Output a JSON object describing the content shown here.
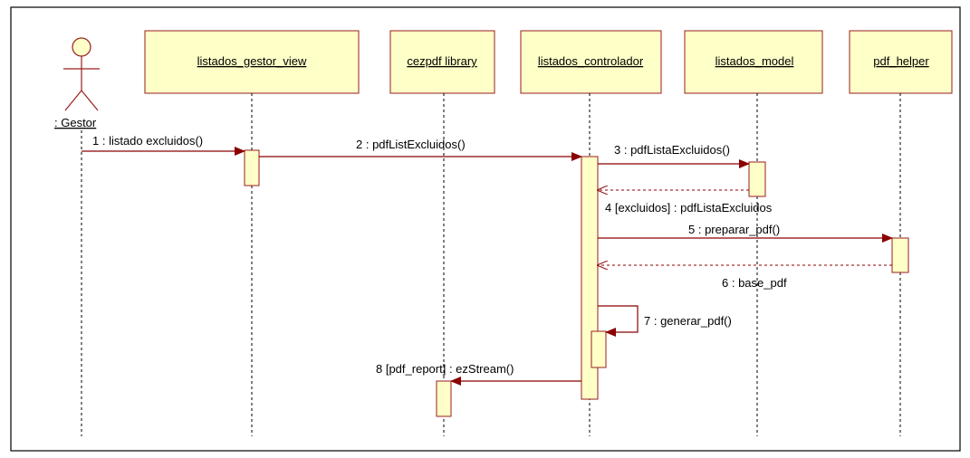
{
  "actor": {
    "label": ": Gestor"
  },
  "objects": [
    {
      "id": "view",
      "label": "listados_gestor_view"
    },
    {
      "id": "lib",
      "label": "cezpdf library"
    },
    {
      "id": "ctrl",
      "label": "listados_controlador"
    },
    {
      "id": "model",
      "label": "listados_model"
    },
    {
      "id": "helper",
      "label": "pdf_helper"
    }
  ],
  "messages": [
    {
      "label": "1 : listado excluidos()"
    },
    {
      "label": "2 : pdfListExcluidos()"
    },
    {
      "label": "3 : pdfListaExcluidos()"
    },
    {
      "label": "4 [excluidos] : pdfListaExcluidos"
    },
    {
      "label": "5 : preparar_pdf()"
    },
    {
      "label": "6 : base_pdf"
    },
    {
      "label": "7 : generar_pdf()"
    },
    {
      "label": "8 [pdf_report] : ezStream()"
    }
  ],
  "colors": {
    "box_fill": "#ffffc8",
    "box_border": "#9a1e1e",
    "arrow": "#8b0000"
  }
}
